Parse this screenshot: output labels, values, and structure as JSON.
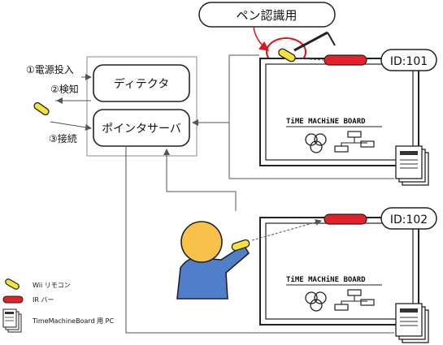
{
  "callout": "ペン認識用",
  "steps": {
    "power": "①電源投入",
    "detect": "②検知",
    "connect": "③接続"
  },
  "boxes": {
    "detector": "ディテクタ",
    "pointer_server": "ポインタサーバ"
  },
  "boards": [
    {
      "id": "ID:101",
      "title": "TiME MACHiNE BOARD"
    },
    {
      "id": "ID:102",
      "title": "TiME MACHiNE BOARD"
    }
  ],
  "legend": {
    "wii": "Wii リモコン",
    "ir": "IR バー",
    "pc": "TimeMachineBoard 用 PC"
  },
  "colors": {
    "wii_yellow": "#f5e33a",
    "ir_red": "#e5202a",
    "person_blue": "#4f7fc8",
    "person_head": "#f8c24a",
    "callout_red": "#e0141e"
  }
}
